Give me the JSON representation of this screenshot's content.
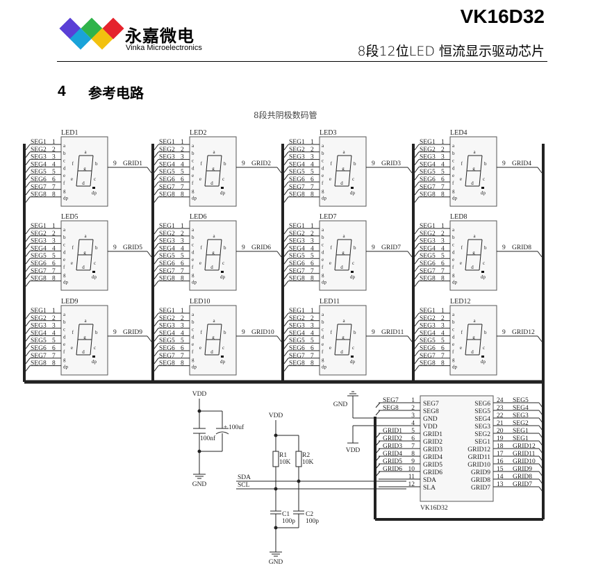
{
  "header": {
    "brand_cn": "永嘉微电",
    "brand_en": "Vinka Microelectronics",
    "logo_colors": [
      "#5a3fd6",
      "#2fb34a",
      "#e5232c",
      "#1aa3d9",
      "#f2c10f"
    ],
    "doc_title": "VK16D32",
    "doc_subtitle": "8段12位LED 恒流显示驱动芯片"
  },
  "section": {
    "number": "4",
    "title": "参考电路"
  },
  "diagram": {
    "caption": "8段共阴极数码管",
    "led_pins": [
      {
        "net": "SEG1",
        "pin": "1",
        "seg": "a"
      },
      {
        "net": "SEG2",
        "pin": "2",
        "seg": "b"
      },
      {
        "net": "SEG3",
        "pin": "3",
        "seg": "c"
      },
      {
        "net": "SEG4",
        "pin": "4",
        "seg": "d"
      },
      {
        "net": "SEG5",
        "pin": "5",
        "seg": "e"
      },
      {
        "net": "SEG6",
        "pin": "6",
        "seg": "f"
      },
      {
        "net": "SEG7",
        "pin": "7",
        "seg": "g"
      },
      {
        "net": "SEG8",
        "pin": "8",
        "seg": "dp"
      }
    ],
    "digit_labels": {
      "a": "a",
      "b": "b",
      "c": "c",
      "d": "d",
      "e": "e",
      "f": "f",
      "g": "g",
      "dp": "dp"
    },
    "grid_pin": "9",
    "leds": [
      {
        "name": "LED1",
        "grid": "GRID1"
      },
      {
        "name": "LED2",
        "grid": "GRID2"
      },
      {
        "name": "LED3",
        "grid": "GRID3"
      },
      {
        "name": "LED4",
        "grid": "GRID4"
      },
      {
        "name": "LED5",
        "grid": "GRID5"
      },
      {
        "name": "LED6",
        "grid": "GRID6"
      },
      {
        "name": "LED7",
        "grid": "GRID7"
      },
      {
        "name": "LED8",
        "grid": "GRID8"
      },
      {
        "name": "LED9",
        "grid": "GRID9"
      },
      {
        "name": "LED10",
        "grid": "GRID10"
      },
      {
        "name": "LED11",
        "grid": "GRID11"
      },
      {
        "name": "LED12",
        "grid": "GRID12"
      }
    ],
    "power": {
      "vdd": "VDD",
      "gnd": "GND",
      "cap_ceramic": "100nf",
      "cap_electrolytic": "100uf",
      "plus": "+"
    },
    "pullups": {
      "vdd": "VDD",
      "gnd": "GND",
      "r1": "R1",
      "r1_val": "10K",
      "r2": "R2",
      "r2_val": "10K",
      "c1": "C1",
      "c1_val": "100p",
      "c2": "C2",
      "c2_val": "100p",
      "sda": "SDA",
      "scl": "SCL"
    },
    "ic": {
      "name": "VK16D32",
      "gnd_label": "GND",
      "vdd_label": "VDD",
      "left_pins": [
        {
          "num": "1",
          "name": "SEG7",
          "net": "SEG7"
        },
        {
          "num": "2",
          "name": "SEG8",
          "net": "SEG8"
        },
        {
          "num": "3",
          "name": "GND",
          "net": ""
        },
        {
          "num": "4",
          "name": "VDD",
          "net": ""
        },
        {
          "num": "5",
          "name": "GRID1",
          "net": "GRID1"
        },
        {
          "num": "6",
          "name": "GRID2",
          "net": "GRID2"
        },
        {
          "num": "7",
          "name": "GRID3",
          "net": "GRID3"
        },
        {
          "num": "8",
          "name": "GRID4",
          "net": "GRID4"
        },
        {
          "num": "9",
          "name": "GRID5",
          "net": "GRID5"
        },
        {
          "num": "10",
          "name": "GRID6",
          "net": "GRID6"
        },
        {
          "num": "11",
          "name": "SDA",
          "net": ""
        },
        {
          "num": "12",
          "name": "SLA",
          "net": ""
        }
      ],
      "right_pins": [
        {
          "num": "24",
          "name": "SEG6",
          "net": "SEG5"
        },
        {
          "num": "23",
          "name": "SEG5",
          "net": "SEG4"
        },
        {
          "num": "22",
          "name": "SEG4",
          "net": "SEG3"
        },
        {
          "num": "21",
          "name": "SEG3",
          "net": "SEG2"
        },
        {
          "num": "20",
          "name": "SEG2",
          "net": "SEG1"
        },
        {
          "num": "19",
          "name": "SEG1",
          "net": "SEG1"
        },
        {
          "num": "18",
          "name": "GRID12",
          "net": "GRID12"
        },
        {
          "num": "17",
          "name": "GRID11",
          "net": "GRID11"
        },
        {
          "num": "16",
          "name": "GRID10",
          "net": "GRID10"
        },
        {
          "num": "15",
          "name": "GRID9",
          "net": "GRID9"
        },
        {
          "num": "14",
          "name": "GRID8",
          "net": "GRID8"
        },
        {
          "num": "13",
          "name": "GRID7",
          "net": "GRID7"
        }
      ]
    }
  }
}
